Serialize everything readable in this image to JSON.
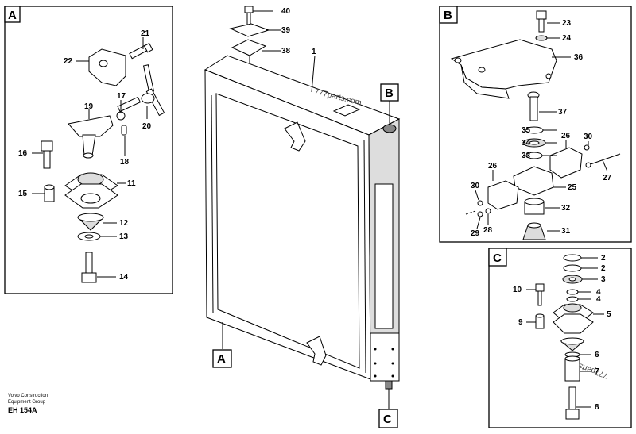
{
  "panels": {
    "a": "A",
    "b": "B",
    "c": "C"
  },
  "callouts": {
    "a": "A",
    "b": "B",
    "c": "C"
  },
  "parts_main": {
    "p1": "1",
    "p38": "38",
    "p39": "39",
    "p40": "40"
  },
  "parts_a": {
    "p21": "21",
    "p22": "22",
    "p17": "17",
    "p19": "19",
    "p20": "20",
    "p16": "16",
    "p18": "18",
    "p11": "11",
    "p15": "15",
    "p12": "12",
    "p13": "13",
    "p14": "14"
  },
  "parts_b": {
    "p23": "23",
    "p24": "24",
    "p36": "36",
    "p37": "37",
    "p35": "35",
    "p34": "34",
    "p33": "33",
    "p26a": "26",
    "p30a": "30",
    "p27": "27",
    "p26b": "26",
    "p25": "25",
    "p30b": "30",
    "p32": "32",
    "p29": "29",
    "p28": "28",
    "p31": "31"
  },
  "parts_c": {
    "p2a": "2",
    "p2b": "2",
    "p3": "3",
    "p10": "10",
    "p4a": "4",
    "p4b": "4",
    "p5": "5",
    "p9": "9",
    "p6": "6",
    "p7": "7",
    "p8": "8"
  },
  "footer": {
    "company_line1": "Volvo Construction",
    "company_line2": "Equipment Group",
    "drawing_code": "EH 154A"
  },
  "watermarks": {
    "top": "777parts.com",
    "rotated": "777parts"
  }
}
